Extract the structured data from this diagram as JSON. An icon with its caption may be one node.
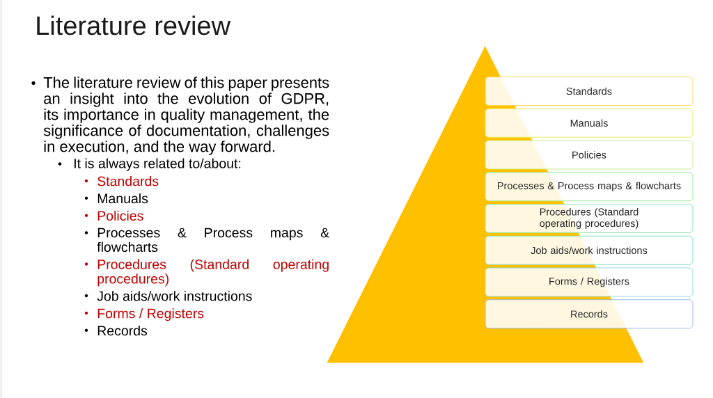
{
  "diagram": {
    "title": "Literature review",
    "nodes": [
      {
        "text": [
          "Standards"
        ]
      },
      {
        "text": [
          "Manuals"
        ]
      },
      {
        "text": [
          "Policies"
        ]
      },
      {
        "text": [
          "Processes & Process maps & flowcharts"
        ]
      },
      {
        "text": [
          "Procedures (Standard operating procedures)"
        ]
      },
      {
        "text": [
          "Job aids/work instructions"
        ]
      },
      {
        "text": [
          "Forms / Registers"
        ]
      },
      {
        "text": [
          "Records"
        ]
      }
    ],
    "labels": [
      "The literature review of this paper presents an insight into the evolution of GDPR, its importance in quality management, the significance of documentation, challenges in execution, and the way forward.",
      "It is always related to/about:",
      "Standards",
      "Manuals",
      "Policies",
      "Processes & Process maps & flowcharts",
      "Procedures (Standard operating procedures)",
      "Job aids/work instructions",
      "Forms / Registers",
      "Records"
    ]
  }
}
